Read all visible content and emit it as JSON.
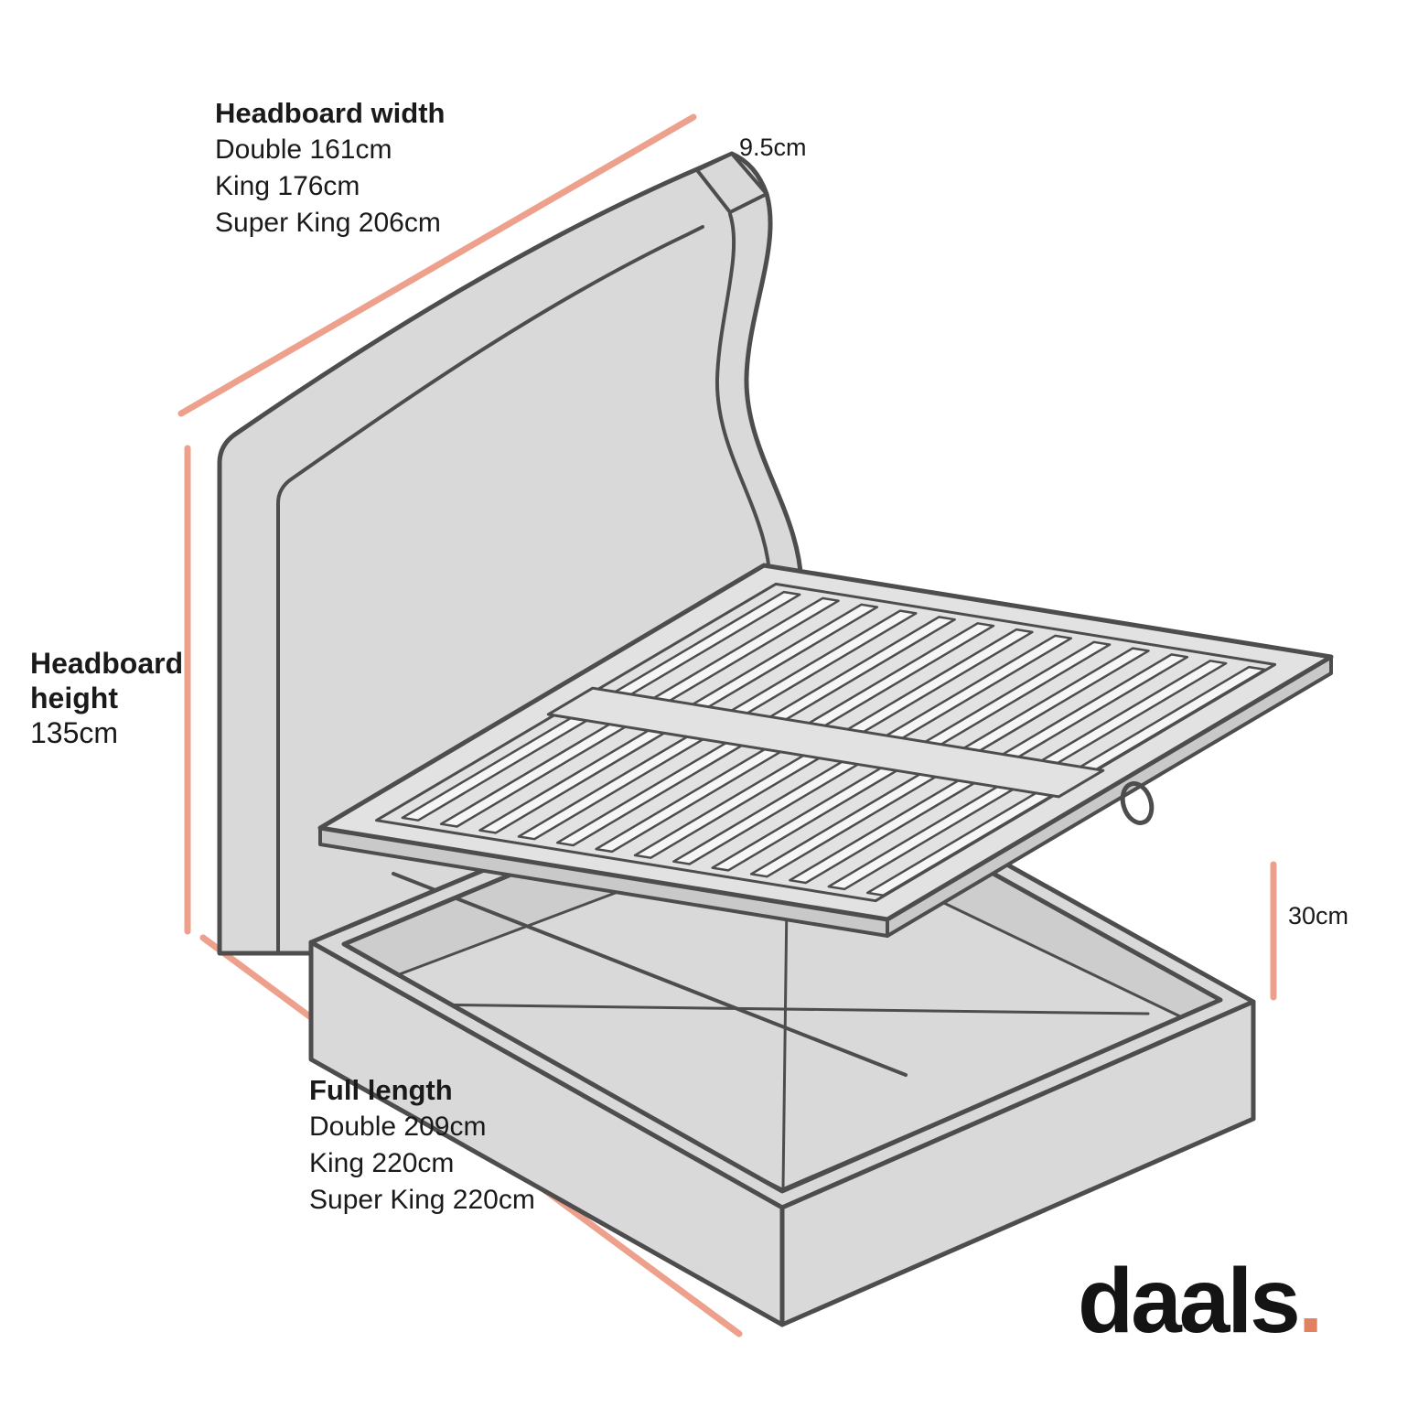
{
  "diagram": {
    "annotations": {
      "headboard_width": {
        "title": "Headboard width",
        "options": [
          "Double 161cm",
          "King 176cm",
          "Super King 206cm"
        ]
      },
      "headboard_thickness": {
        "value": "9.5cm"
      },
      "headboard_height": {
        "title": "Headboard height",
        "value": "135cm"
      },
      "base_height": {
        "value": "30cm"
      },
      "full_length": {
        "title": "Full length",
        "options": [
          "Double 209cm",
          "King 220cm",
          "Super King 220cm"
        ]
      }
    }
  },
  "brand": {
    "logo_text": "daals",
    "logo_dot": "."
  },
  "colors": {
    "accent_dimension_line": "#EDA08B",
    "logo_dot": "#E2815F",
    "drawing_outline": "#4D4D4D",
    "drawing_fill": "#D9D9D9",
    "background": "#FFFFFF",
    "text": "#1A1A1A"
  }
}
